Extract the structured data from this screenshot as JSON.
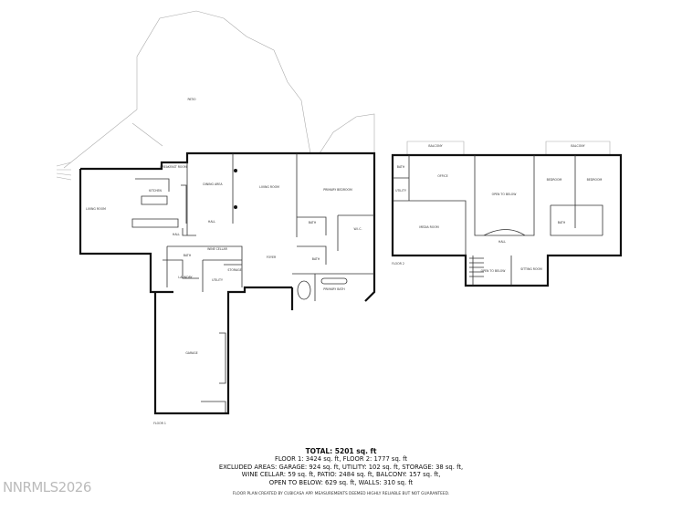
{
  "floor1": {
    "label": "FLOOR 1",
    "rooms": {
      "patio": "PATIO",
      "breakfast_room": "BREAKFAST ROOM",
      "kitchen": "KITCHEN",
      "living_room_west": "LIVING ROOM",
      "dining_area": "DINING AREA",
      "living_room": "LIVING ROOM",
      "primary_bedroom": "PRIMARY BEDROOM",
      "hall_main": "HALL",
      "hall_lower": "HALL",
      "bath_hall": "BATH",
      "wine_cellar": "WINE CELLAR",
      "laundry": "LAUNDRY",
      "storage": "STORAGE",
      "utility": "UTILITY",
      "foyer": "FOYER",
      "bath_primary_1": "BATH",
      "bath_primary_2": "BATH",
      "wic": "W.I.C.",
      "primary_bath": "PRIMARY BATH",
      "garage": "GARAGE"
    }
  },
  "floor2": {
    "label": "FLOOR 2",
    "rooms": {
      "balcony_1": "BALCONY",
      "balcony_2": "BALCONY",
      "office": "OFFICE",
      "bath": "BATH",
      "utility": "UTILITY",
      "open_to_below_1": "OPEN TO BELOW",
      "bedroom_1": "BEDROOM",
      "bedroom_2": "BEDROOM",
      "media_room": "MEDIA ROOM",
      "bath_2": "BATH",
      "hall": "HALL",
      "open_to_below_2": "OPEN TO BELOW",
      "sitting_room": "SITTING ROOM"
    }
  },
  "summary": {
    "total": "TOTAL: 5201 sq. ft",
    "floors": "FLOOR 1: 3424 sq. ft, FLOOR 2: 1777 sq. ft",
    "excluded_1": "EXCLUDED AREAS: GARAGE: 924 sq. ft, UTILITY: 102 sq. ft, STORAGE: 38 sq. ft,",
    "excluded_2": "WINE CELLAR: 59 sq. ft, PATIO: 2484 sq. ft, BALCONY: 157 sq. ft,",
    "excluded_3": "OPEN TO BELOW: 629 sq. ft, WALLS: 310 sq. ft",
    "disclaimer": "FLOOR PLAN CREATED BY CUBICASA APP. MEASUREMENTS DEEMED HIGHLY RELIABLE BUT NOT GUARANTEED."
  },
  "watermark": "NNRMLS2026"
}
